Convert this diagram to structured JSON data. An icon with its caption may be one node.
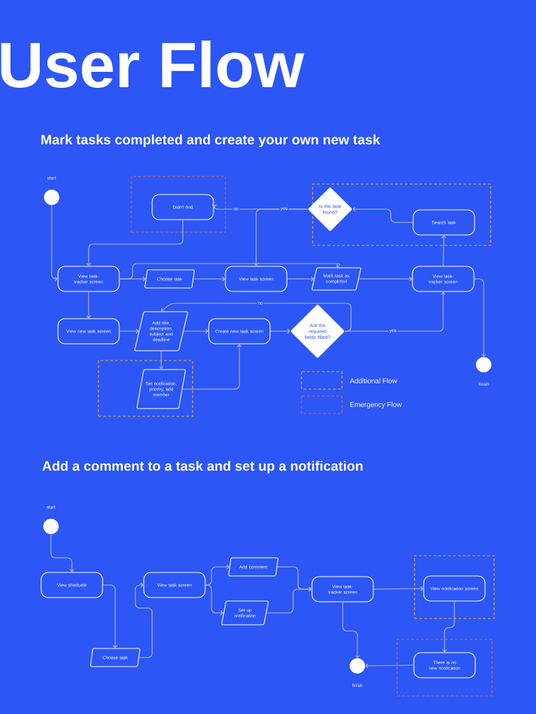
{
  "diagram": {
    "title": "User Flow",
    "nodes": [
      {
        "text": [],
        "shape": "circle",
        "beside": [
          "start"
        ]
      },
      {
        "text": [],
        "shape": "box"
      },
      {
        "text": [
          "Didn't find"
        ],
        "in": 1
      },
      {
        "text": [],
        "shape": "box"
      },
      {
        "text": [
          "Is the task found?"
        ],
        "in": 3
      },
      {
        "text": [
          "Search task"
        ],
        "in": 3
      },
      {
        "text": [
          "View task-tracker screen"
        ]
      },
      {
        "text": [
          "Choose task"
        ]
      },
      {
        "text": [
          "View task screen"
        ]
      },
      {
        "text": [
          "Mark task as completed"
        ]
      },
      {
        "text": [
          "View task-tracker screen"
        ]
      },
      {
        "text": [
          "View new task screen"
        ]
      },
      {
        "text": [
          "Add title, description, subject and deadline"
        ]
      },
      {
        "text": [
          "Create new task screen"
        ]
      },
      {
        "text": [
          "Are the required fields filled?"
        ]
      },
      {
        "text": [],
        "shape": "box"
      },
      {
        "text": [
          "Set notification, priorIry, add member"
        ],
        "in": 15
      },
      {
        "text": [],
        "shape": "circle",
        "beside": [
          "finish"
        ]
      },
      {
        "text": [],
        "shape": "circle",
        "beside": [
          "start"
        ]
      },
      {
        "text": [
          "View sheduele"
        ]
      },
      {
        "text": [
          "Choose task"
        ]
      },
      {
        "text": [
          "View task screen"
        ]
      },
      {
        "text": [
          "Add comment"
        ]
      },
      {
        "text": [
          "Set up notification"
        ]
      },
      {
        "text": [
          "View task-tracker screen"
        ]
      },
      {
        "text": [],
        "shape": "box"
      },
      {
        "text": [
          "View notification screen"
        ],
        "in": 25
      },
      {
        "text": [],
        "shape": "box"
      },
      {
        "text": [
          "There is no new notification"
        ],
        "in": 27
      },
      {
        "text": [],
        "shape": "circle",
        "beside": [
          "finish"
        ]
      }
    ],
    "edges": [
      {
        "from": 0,
        "to": 6,
        "arrow": "to"
      },
      {
        "from": 2,
        "to": 6,
        "arrow": "to"
      },
      {
        "from": 6,
        "to": 7,
        "arrow": "to"
      },
      {
        "from": 7,
        "to": 8,
        "arrow": "to"
      },
      {
        "from": 6,
        "to": 9,
        "arrow": "to"
      },
      {
        "from": 8,
        "to": 9,
        "arrow": "to"
      },
      {
        "from": 9,
        "to": 10,
        "arrow": "to"
      },
      {
        "from": 10,
        "to": 5,
        "arrow": "to"
      },
      {
        "from": 5,
        "to": 4,
        "arrow": "to"
      },
      {
        "from": 4,
        "to": 2,
        "arrow": "to",
        "label": "no"
      },
      {
        "from": 4,
        "to": 8,
        "arrow": "to",
        "label": "yes"
      },
      {
        "from": 6,
        "to": 11,
        "arrow": "to"
      },
      {
        "from": 11,
        "to": 12,
        "arrow": "to"
      },
      {
        "from": 12,
        "to": 13,
        "arrow": "to"
      },
      {
        "from": 12,
        "to": 16,
        "arrow": "to"
      },
      {
        "from": 16,
        "to": 13,
        "arrow": "to"
      },
      {
        "from": 13,
        "to": 14,
        "arrow": "to"
      },
      {
        "from": 14,
        "to": 12,
        "arrow": "to",
        "label": "no"
      },
      {
        "from": 14,
        "to": 10,
        "arrow": "to",
        "label": "yes"
      },
      {
        "from": 10,
        "to": 17,
        "arrow": "to"
      },
      {
        "from": 18,
        "to": 19,
        "arrow": "to"
      },
      {
        "from": 19,
        "to": 20,
        "arrow": "to"
      },
      {
        "from": 20,
        "to": 21,
        "arrow": "to"
      },
      {
        "from": 21,
        "to": 22,
        "arrow": "to"
      },
      {
        "from": 21,
        "to": 23,
        "arrow": "to"
      },
      {
        "from": 22,
        "to": 24,
        "arrow": "to"
      },
      {
        "from": 23,
        "to": 24,
        "arrow": "to"
      },
      {
        "from": 24,
        "to": 26,
        "arrow": "to"
      },
      {
        "from": 24,
        "to": 29,
        "arrow": "to"
      },
      {
        "from": 26,
        "to": 28,
        "arrow": "to"
      },
      {
        "from": 28,
        "to": 29,
        "arrow": "to"
      }
    ],
    "labels": [
      "Mark tasks completed and create your own new task",
      "Add a comment to a task and set up a notification"
    ],
    "legend": [
      {
        "text": "Additional Flow"
      },
      {
        "text": "Emergency Flow"
      }
    ]
  }
}
